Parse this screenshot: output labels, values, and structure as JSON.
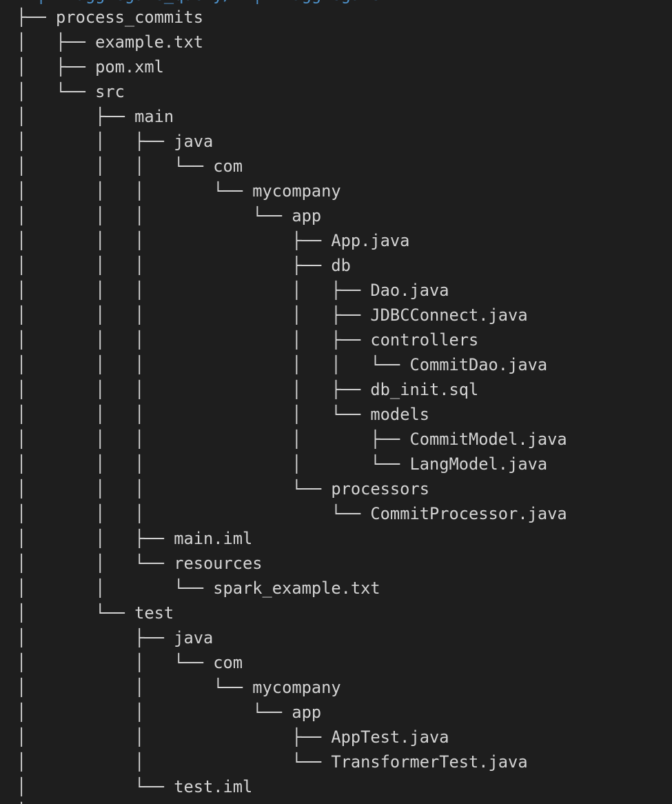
{
  "header_fragment": "  ├── aggregate_query/  ├── aggregate",
  "tree": [
    {
      "guide": "├── ",
      "name": "process_commits"
    },
    {
      "guide": "│   ├── ",
      "name": "example.txt"
    },
    {
      "guide": "│   ├── ",
      "name": "pom.xml"
    },
    {
      "guide": "│   └── ",
      "name": "src"
    },
    {
      "guide": "│       ├── ",
      "name": "main"
    },
    {
      "guide": "│       │   ├── ",
      "name": "java"
    },
    {
      "guide": "│       │   │   └── ",
      "name": "com"
    },
    {
      "guide": "│       │   │       └── ",
      "name": "mycompany"
    },
    {
      "guide": "│       │   │           └── ",
      "name": "app"
    },
    {
      "guide": "│       │   │               ├── ",
      "name": "App.java"
    },
    {
      "guide": "│       │   │               ├── ",
      "name": "db"
    },
    {
      "guide": "│       │   │               │   ├── ",
      "name": "Dao.java"
    },
    {
      "guide": "│       │   │               │   ├── ",
      "name": "JDBCConnect.java"
    },
    {
      "guide": "│       │   │               │   ├── ",
      "name": "controllers"
    },
    {
      "guide": "│       │   │               │   │   └── ",
      "name": "CommitDao.java"
    },
    {
      "guide": "│       │   │               │   ├── ",
      "name": "db_init.sql"
    },
    {
      "guide": "│       │   │               │   └── ",
      "name": "models"
    },
    {
      "guide": "│       │   │               │       ├── ",
      "name": "CommitModel.java"
    },
    {
      "guide": "│       │   │               │       └── ",
      "name": "LangModel.java"
    },
    {
      "guide": "│       │   │               └── ",
      "name": "processors"
    },
    {
      "guide": "│       │   │                   └── ",
      "name": "CommitProcessor.java"
    },
    {
      "guide": "│       │   ├── ",
      "name": "main.iml"
    },
    {
      "guide": "│       │   └── ",
      "name": "resources"
    },
    {
      "guide": "│       │       └── ",
      "name": "spark_example.txt"
    },
    {
      "guide": "│       └── ",
      "name": "test"
    },
    {
      "guide": "│           ├── ",
      "name": "java"
    },
    {
      "guide": "│           │   └── ",
      "name": "com"
    },
    {
      "guide": "│           │       └── ",
      "name": "mycompany"
    },
    {
      "guide": "│           │           └── ",
      "name": "app"
    },
    {
      "guide": "│           │               ├── ",
      "name": "AppTest.java"
    },
    {
      "guide": "│           │               └── ",
      "name": "TransformerTest.java"
    },
    {
      "guide": "│           └── ",
      "name": "test.iml"
    },
    {
      "guide": "│",
      "name": ""
    }
  ]
}
